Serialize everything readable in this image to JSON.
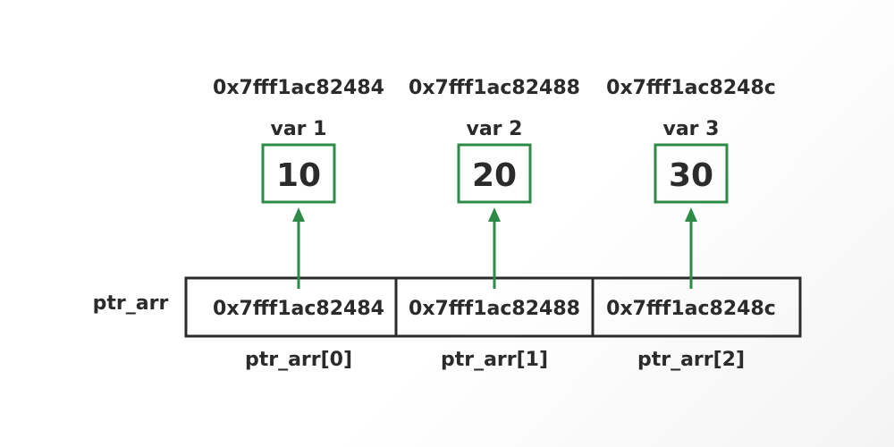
{
  "pointer_array": {
    "name": "ptr_arr",
    "cells": [
      {
        "value": "0x7fff1ac82484",
        "index_label": "ptr_arr[0]"
      },
      {
        "value": "0x7fff1ac82488",
        "index_label": "ptr_arr[1]"
      },
      {
        "value": "0x7fff1ac8248c",
        "index_label": "ptr_arr[2]"
      }
    ]
  },
  "variables": [
    {
      "address": "0x7fff1ac82484",
      "name": "var 1",
      "value": "10"
    },
    {
      "address": "0x7fff1ac82488",
      "name": "var 2",
      "value": "20"
    },
    {
      "address": "0x7fff1ac8248c",
      "name": "var 3",
      "value": "30"
    }
  ],
  "colors": {
    "box_border": "#2e8b47",
    "arrow": "#2e8b47",
    "array_border": "#2b2b2b",
    "text": "#2b2b2b"
  }
}
